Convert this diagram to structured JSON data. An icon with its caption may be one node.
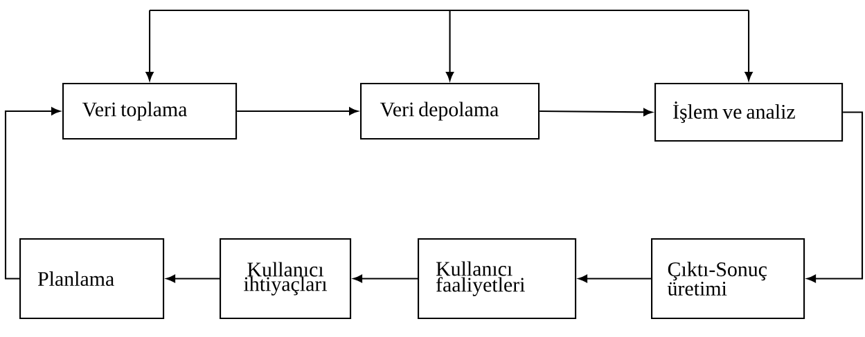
{
  "diagram": {
    "nodes": [
      {
        "text": [
          "Veri toplama"
        ]
      },
      {
        "text": [
          "Veri depolama"
        ]
      },
      {
        "text": [
          "İşlem ve analiz"
        ]
      },
      {
        "text": [
          "Planlama"
        ]
      },
      {
        "text": [
          "Kullanıcı ihtiyaçları"
        ]
      },
      {
        "text": [
          "Kullanıcı faaliyetleri"
        ]
      },
      {
        "text": [
          "Çıktı-Sonuç üretimi"
        ]
      }
    ],
    "edges": [
      {
        "from": 0,
        "to": 1,
        "arrow": "to"
      },
      {
        "from": 1,
        "to": 2,
        "arrow": "to"
      },
      {
        "from": 2,
        "to": 6,
        "arrow": "to"
      },
      {
        "from": 6,
        "to": 5,
        "arrow": "to"
      },
      {
        "from": 5,
        "to": 4,
        "arrow": "to"
      },
      {
        "from": 4,
        "to": 3,
        "arrow": "to"
      },
      {
        "from": 3,
        "to": 0,
        "arrow": "to"
      },
      {
        "from": null,
        "to": 0,
        "arrow": "to"
      },
      {
        "from": null,
        "to": 1,
        "arrow": "to"
      },
      {
        "from": null,
        "to": 2,
        "arrow": "to"
      }
    ]
  }
}
